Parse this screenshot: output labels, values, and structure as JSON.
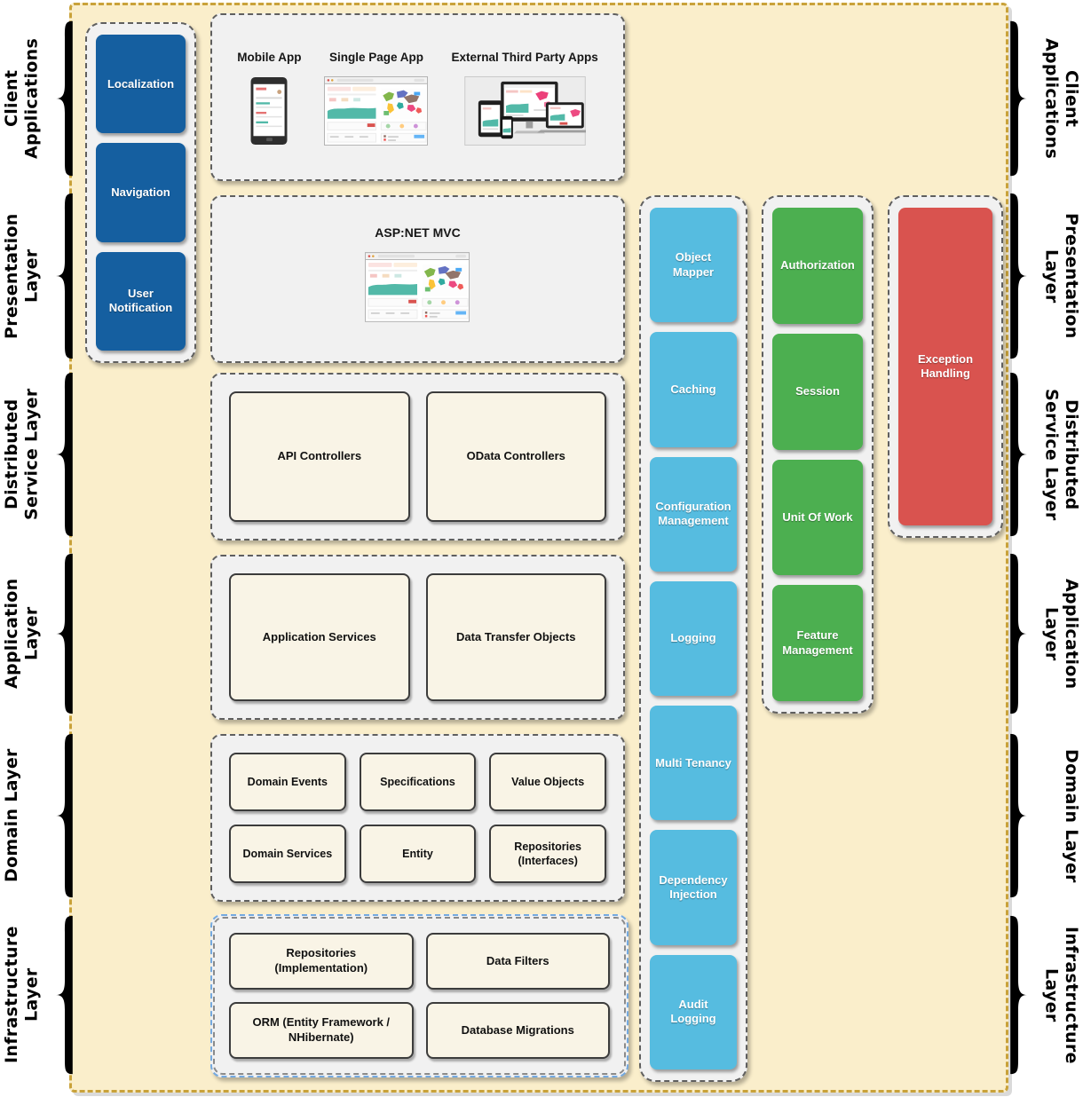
{
  "layers": [
    {
      "label": "Client Applications"
    },
    {
      "label": "Presentation Layer"
    },
    {
      "label": "Distributed Service Layer"
    },
    {
      "label": "Application Layer"
    },
    {
      "label": "Domain Layer"
    },
    {
      "label": "Infrastructure Layer"
    }
  ],
  "sidebar": {
    "items": [
      "Localization",
      "Navigation",
      "User Notification"
    ]
  },
  "client_row": {
    "figures": [
      "Mobile App",
      "Single Page App",
      "External Third Party Apps"
    ]
  },
  "presentation_row": {
    "title": "ASP:NET MVC"
  },
  "distributed_row": {
    "boxes": [
      "API Controllers",
      "OData Controllers"
    ]
  },
  "application_row": {
    "boxes": [
      "Application Services",
      "Data Transfer Objects"
    ]
  },
  "domain_row": {
    "boxes": [
      "Domain Events",
      "Specifications",
      "Value Objects",
      "Domain Services",
      "Entity",
      "Repositories (Interfaces)"
    ]
  },
  "infrastructure_row": {
    "boxes": [
      "Repositories (Implementation)",
      "Data Filters",
      "ORM (Entity Framework / NHibernate)",
      "Database Migrations"
    ]
  },
  "cross_cutting": {
    "cyan": [
      "Object Mapper",
      "Caching",
      "Configuration Management",
      "Logging",
      "Multi Tenancy",
      "Dependency Injection",
      "Audit Logging"
    ],
    "green": [
      "Authorization",
      "Session",
      "Unit Of Work",
      "Feature Management"
    ],
    "red": [
      "Exception Handling"
    ]
  },
  "colors": {
    "background": "#FAEECB",
    "outer_border": "#C9A23A",
    "panel": "#F1F1F1",
    "blue": "#155FA0",
    "cyan": "#56BCE0",
    "green": "#4CAF50",
    "red": "#D9534F",
    "cream_box": "#F9F4E6",
    "teal_chart": "#52B9A8"
  }
}
